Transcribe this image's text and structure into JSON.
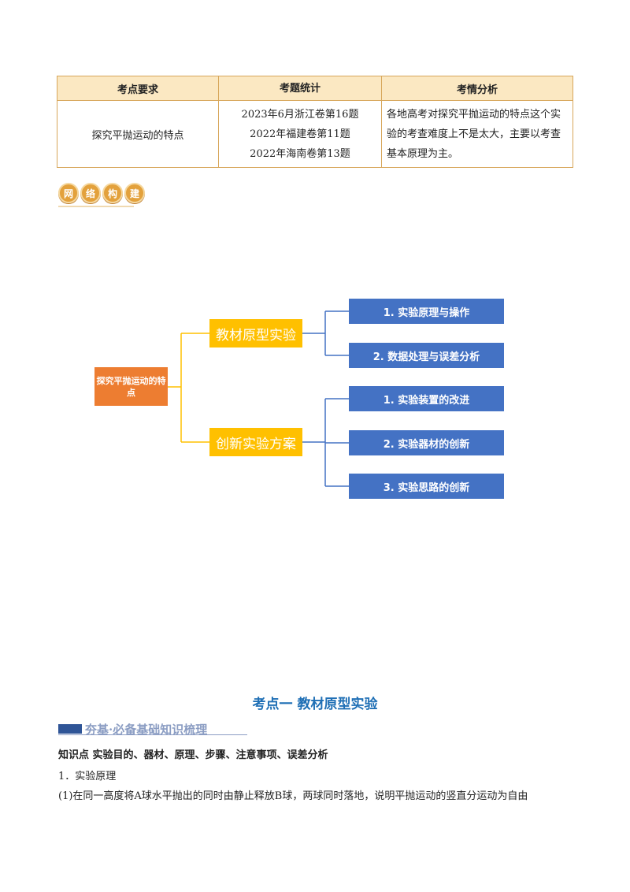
{
  "table": {
    "headers": [
      "考点要求",
      "考题统计",
      "考情分析"
    ],
    "row": {
      "requirement": "探究平抛运动的特点",
      "stats": [
        "2023年6月浙江卷第16题",
        "2022年福建卷第11题",
        "2022年海南卷第13题"
      ],
      "analysis": "各地高考对探究平抛运动的特点这个实验的考查难度上不是太大，主要以考查基本原理为主。"
    }
  },
  "badge": {
    "chars": [
      "网",
      "络",
      "构",
      "建"
    ]
  },
  "mindmap": {
    "root": "探究平抛运动的特点",
    "branches": [
      {
        "label": "教材原型实验",
        "children": [
          "1. 实验原理与操作",
          "2. 数据处理与误差分析"
        ]
      },
      {
        "label": "创新实验方案",
        "children": [
          "1. 实验装置的改进",
          "2. 实验器材的创新",
          "3. 实验思路的创新"
        ]
      }
    ],
    "colors": {
      "root": "#ed7d31",
      "mid": "#ffc000",
      "leaf": "#4472c4"
    }
  },
  "section": {
    "title": "考点一  教材原型实验",
    "banner": "夯基·必备基础知识梳理",
    "knowledge_point": "知识点   实验目的、器材、原理、步骤、注意事项、误差分析",
    "item1": "1．实验原理",
    "para1": "(1)在同一高度将A球水平抛出的同时由静止释放B球，两球同时落地，说明平抛运动的竖直分运动为自由"
  }
}
